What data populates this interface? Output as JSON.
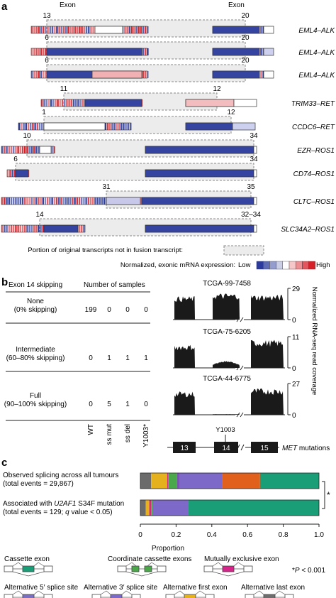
{
  "panel_a": {
    "label": "a",
    "exon_caption": "Exon",
    "fusions": [
      {
        "name": "EML4–ALK",
        "exon_left": "13",
        "exon_right": "20"
      },
      {
        "name": "EML4–ALK",
        "exon_left": "6",
        "exon_right": "20"
      },
      {
        "name": "EML4–ALK",
        "exon_left": "6",
        "exon_right": "20"
      },
      {
        "name": "TRIM33–RET",
        "exon_left": "11",
        "exon_right": "12"
      },
      {
        "name": "CCDC6–RET",
        "exon_left": "1",
        "exon_right": "12"
      },
      {
        "name": "EZR–ROS1",
        "exon_left": "10",
        "exon_right": "34"
      },
      {
        "name": "CD74–ROS1",
        "exon_left": "6",
        "exon_right": "34"
      },
      {
        "name": "CLTC–ROS1",
        "exon_left": "31",
        "exon_right": "35"
      },
      {
        "name": "SLC34A2–ROS1",
        "exon_left": "14",
        "exon_right": "32–34"
      }
    ],
    "legend_portion": "Portion of original transcripts not in fusion transcript:",
    "legend_expression": "Normalized, exonic mRNA expression:",
    "legend_low": "Low",
    "legend_high": "High",
    "colors": {
      "low": "#2b3a9c",
      "mid": "#ffffff",
      "high": "#d71f27",
      "box_fill": "#ececec"
    }
  },
  "panel_b": {
    "label": "b",
    "col_header_left": "Exon 14 skipping",
    "col_header_mid": "Number of samples",
    "rows": [
      {
        "line1": "None",
        "line2": "(0% skipping)",
        "counts": [
          "199",
          "0",
          "0",
          "0"
        ],
        "sample": "TCGA-99-7458",
        "ymax": "29",
        "ymin": "0"
      },
      {
        "line1": "Intermediate",
        "line2": "(60–80% skipping)",
        "counts": [
          "0",
          "1",
          "1",
          "1"
        ],
        "sample": "TCGA-75-6205",
        "ymax": "11",
        "ymin": "0"
      },
      {
        "line1": "Full",
        "line2": "(90–100% skipping)",
        "counts": [
          "0",
          "5",
          "1",
          "0"
        ],
        "sample": "TCGA-44-6775",
        "ymax": "27",
        "ymin": "0"
      }
    ],
    "columns": [
      "WT",
      "ss mut",
      "ss del",
      "Y1003*"
    ],
    "y_axis_label": "Normalized RNA-seq read coverage",
    "y1003_label": "Y1003",
    "exons": [
      "13",
      "14",
      "15"
    ],
    "met_label": "MET",
    "met_suffix": "mutations"
  },
  "panel_c": {
    "label": "c",
    "bar1_line1": "Observed splicing across all tumours",
    "bar1_line2": "(total events = 29,867)",
    "bar2_line1a": "Associated with ",
    "bar2_line1b": "U2AF1",
    "bar2_line1c": " S34F mutation",
    "bar2_line2a": "(total events = 129; ",
    "bar2_line2b": "q",
    "bar2_line2c": " value < 0.05)",
    "significance": "*",
    "pvalue_star": "*",
    "pvalue_p": "P",
    "pvalue_rest": " < 0.001",
    "x_label": "Proportion",
    "x_ticks": [
      "0",
      "0.2",
      "0.4",
      "0.6",
      "0.8",
      "1.0"
    ],
    "event_types": [
      {
        "name": "Cassette exon",
        "color": "#1a9e78"
      },
      {
        "name": "Coordinate cassette exons",
        "color": "#4aa84b"
      },
      {
        "name": "Mutually exclusive exon",
        "color": "#d6248a"
      },
      {
        "name": "Alternative 5′ splice site",
        "color": "#7a6fc0"
      },
      {
        "name": "Alternative 3′ splice site",
        "color": "#7c69c8"
      },
      {
        "name": "Alternative first exon",
        "color": "#e5b11d"
      },
      {
        "name": "Alternative last exon",
        "color": "#6e6e6e"
      }
    ]
  },
  "chart_data": {
    "type": "bar",
    "orientation": "horizontal",
    "stacked": true,
    "categories": [
      "Observed splicing across all tumours",
      "Associated with U2AF1 S34F mutation"
    ],
    "xlim": [
      0,
      1
    ],
    "xlabel": "Proportion",
    "series": [
      {
        "color": "#6b6b6b",
        "values": [
          0.06,
          0.03
        ]
      },
      {
        "color": "#e5b11d",
        "values": [
          0.09,
          0.02
        ]
      },
      {
        "color": "#d6248a",
        "values": [
          0.005,
          0.01
        ]
      },
      {
        "color": "#4aa84b",
        "values": [
          0.05,
          0.01
        ]
      },
      {
        "color": "#7a52b4",
        "values": [
          0.015,
          0.0
        ]
      },
      {
        "color": "#7c69c8",
        "values": [
          0.24,
          0.2
        ]
      },
      {
        "color": "#e0601c",
        "values": [
          0.21,
          0.0
        ]
      },
      {
        "color": "#1a9e78",
        "values": [
          0.33,
          0.73
        ]
      }
    ]
  }
}
